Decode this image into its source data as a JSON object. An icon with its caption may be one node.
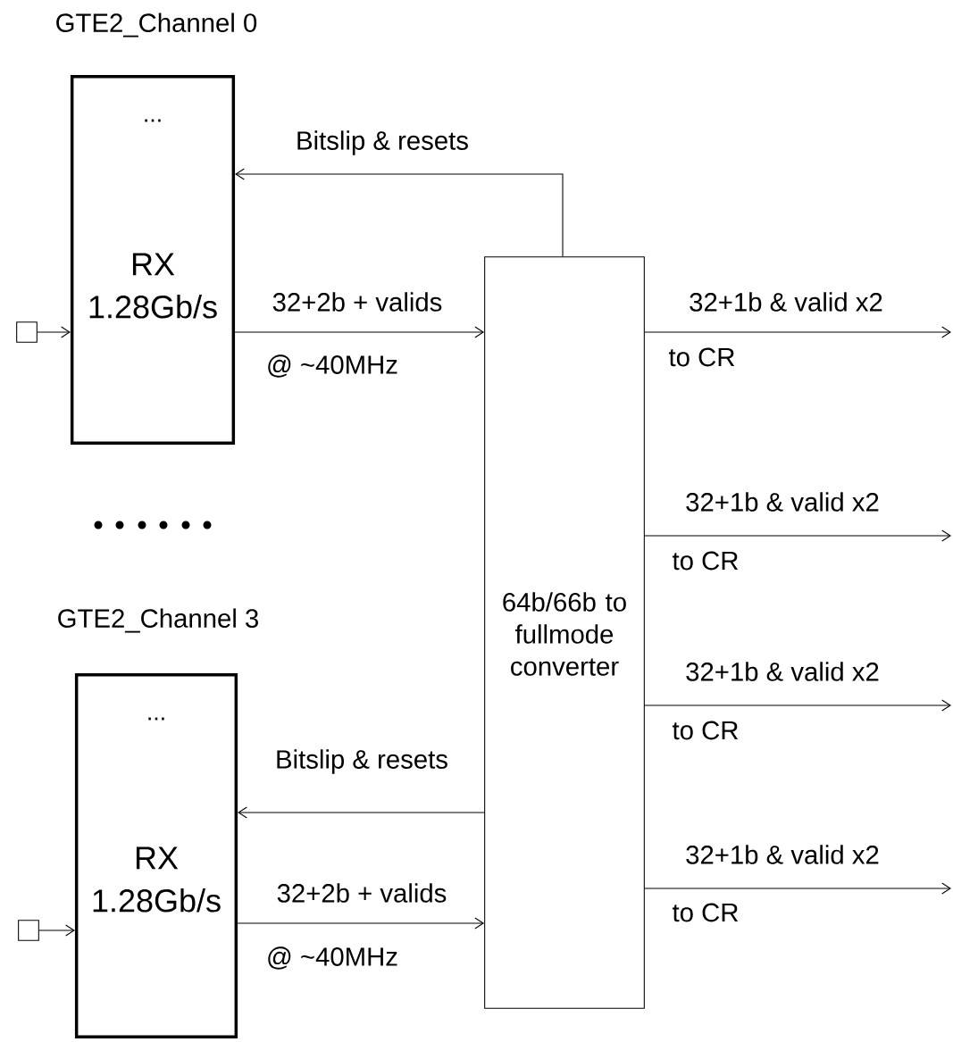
{
  "diagram": {
    "nodes": [
      {
        "text": [
          "GTE2_Channel 0",
          "...",
          "RX 1.28Gb/s"
        ]
      },
      {
        "text": [],
        "shape": "box"
      },
      {
        "text": [
          "64b/66b to fullmode converter"
        ]
      },
      {
        "text": [
          "GTE2_Channel 3",
          "...",
          "RX 1.28Gb/s"
        ]
      },
      {
        "text": [],
        "shape": "box"
      }
    ],
    "edges": [
      {
        "from": 1,
        "to": 0,
        "arrow": "to"
      },
      {
        "from": 2,
        "to": 0,
        "arrow": "to",
        "label": "Bitslip & resets"
      },
      {
        "from": 0,
        "to": 2,
        "arrow": "to",
        "label": "32+2b + valids"
      },
      {
        "from": 2,
        "to": null,
        "arrow": "to",
        "label": "32+1b & valid x2"
      },
      {
        "from": 2,
        "to": null,
        "arrow": "to",
        "label": "32+1b & valid x2"
      },
      {
        "from": 2,
        "to": null,
        "arrow": "to",
        "label": "32+1b & valid x2"
      },
      {
        "from": 2,
        "to": 3,
        "arrow": "to",
        "label": "Bitslip & resets"
      },
      {
        "from": 2,
        "to": null,
        "arrow": "to",
        "label": "32+1b & valid x2"
      },
      {
        "from": 3,
        "to": 2,
        "arrow": "to",
        "label": "32+2b + valids"
      },
      {
        "from": 4,
        "to": 3,
        "arrow": "to"
      }
    ],
    "labels": [
      "@ ~40MHz",
      "to CR",
      "to CR",
      "to CR",
      "to CR",
      "@ ~40MHz"
    ]
  }
}
